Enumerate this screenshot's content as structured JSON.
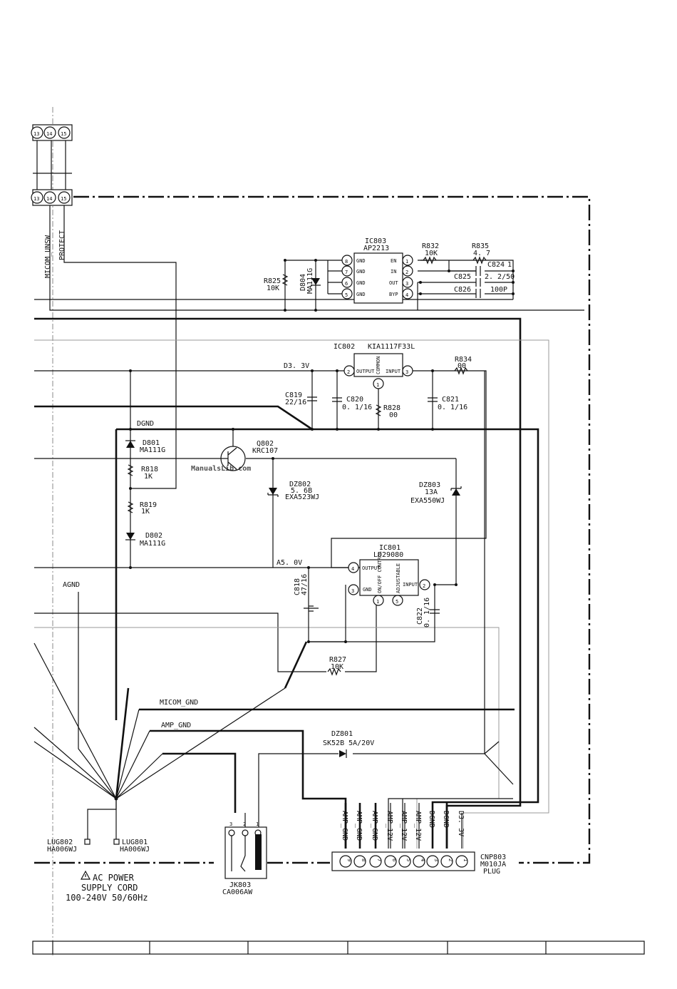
{
  "connector_top": {
    "pins": [
      "13",
      "14",
      "15"
    ]
  },
  "net_labels": {
    "micom_unsw": "MICOM_UNSW",
    "protect": "PROTECT",
    "d33v": "D3. 3V",
    "dgnd": "DGND",
    "a50v": "A5. 0V",
    "agnd": "AGND",
    "micom_gnd": "MICOM_GND",
    "amp_gnd": "AMP_GND"
  },
  "ic803": {
    "ref": "IC803",
    "part": "AP2213",
    "left_pins": [
      {
        "num": "8",
        "name": "GND"
      },
      {
        "num": "7",
        "name": "GND"
      },
      {
        "num": "6",
        "name": "GND"
      },
      {
        "num": "5",
        "name": "GND"
      }
    ],
    "right_pins": [
      {
        "num": "1",
        "name": "EN"
      },
      {
        "num": "2",
        "name": "IN"
      },
      {
        "num": "3",
        "name": "OUT"
      },
      {
        "num": "4",
        "name": "BYP"
      }
    ]
  },
  "ic802": {
    "ref": "IC802",
    "part": "KIA1117F33L",
    "pin_output": {
      "num": "2",
      "name": "OUTPUT"
    },
    "pin_input": {
      "num": "3",
      "name": "INPUT"
    },
    "pin_common": {
      "num": "1",
      "name": "COMMON"
    }
  },
  "ic801": {
    "ref": "IC801",
    "part": "LD29080",
    "pin_output": {
      "num": "4",
      "name": "OUTPUT"
    },
    "pin_gnd": {
      "num": "3",
      "name": "GND"
    },
    "pin_onoff": {
      "num": "1",
      "name": "ON/OFF CONTROL"
    },
    "pin_adj": {
      "num": "5",
      "name": "ADJUSTABLE"
    },
    "pin_input": {
      "num": "2",
      "name": "INPUT"
    }
  },
  "components": {
    "r825": {
      "ref": "R825",
      "value": "10K"
    },
    "d804": {
      "ref": "D804",
      "value": "MA111G"
    },
    "r832": {
      "ref": "R832",
      "value": "10K"
    },
    "r835": {
      "ref": "R835",
      "value": "4. 7"
    },
    "c824": {
      "ref": "C824",
      "value": "1"
    },
    "c825": {
      "ref": "C825",
      "value": "2. 2/50"
    },
    "c826": {
      "ref": "C826",
      "value": "100P"
    },
    "r834": {
      "ref": "R834",
      "value": "00"
    },
    "c819": {
      "ref": "C819",
      "value": "22/16"
    },
    "c820": {
      "ref": "C820",
      "value": "0. 1/16"
    },
    "r828": {
      "ref": "R828",
      "value": "00"
    },
    "c821": {
      "ref": "C821",
      "value": "0. 1/16"
    },
    "d801": {
      "ref": "D801",
      "value": "MA111G"
    },
    "q802": {
      "ref": "Q802",
      "value": "KRC107"
    },
    "r818": {
      "ref": "R818",
      "value": "1K"
    },
    "r819": {
      "ref": "R819",
      "value": "1K"
    },
    "d802": {
      "ref": "D802",
      "value": "MA111G"
    },
    "dz802": {
      "ref": "DZ802",
      "value": "5. 6B",
      "part": "EXA523WJ"
    },
    "dz803": {
      "ref": "DZ803",
      "value": "13A",
      "part": "EXA550WJ"
    },
    "c818": {
      "ref": "C818",
      "value": "47/16"
    },
    "c822": {
      "ref": "C822",
      "value": "0. 1/16"
    },
    "r827": {
      "ref": "R827",
      "value": "10K"
    },
    "dz801": {
      "ref": "DZ801",
      "value": "SK52B 5A/20V"
    }
  },
  "lugs": [
    {
      "ref": "LUG802",
      "part": "HA006WJ"
    },
    {
      "ref": "LUG801",
      "part": "HA006WJ"
    }
  ],
  "jk803": {
    "ref": "JK803",
    "part": "CA006AW",
    "pins": [
      "3",
      "2",
      "1"
    ]
  },
  "cnp803": {
    "ref": "CNP803",
    "part": "M010JA",
    "kind": "PLUG",
    "pins": [
      {
        "num": "9",
        "signal": "AMP_GND"
      },
      {
        "num": "8",
        "signal": "AMP_GND"
      },
      {
        "num": "7",
        "signal": "AMP_GND"
      },
      {
        "num": "6",
        "signal": "AMP_12V"
      },
      {
        "num": "5",
        "signal": "AMP_12V"
      },
      {
        "num": "4",
        "signal": "AMP_12V"
      },
      {
        "num": "3",
        "signal": "DGND"
      },
      {
        "num": "2",
        "signal": "DGND"
      },
      {
        "num": "1",
        "signal": "D3. 3V"
      }
    ]
  },
  "ac_power": {
    "warning_icon": "warning-triangle-icon",
    "line1": "AC POWER",
    "line2": "SUPPLY CORD",
    "line3": "100-240V 50/60Hz"
  },
  "watermark": "ManualsLib.com"
}
